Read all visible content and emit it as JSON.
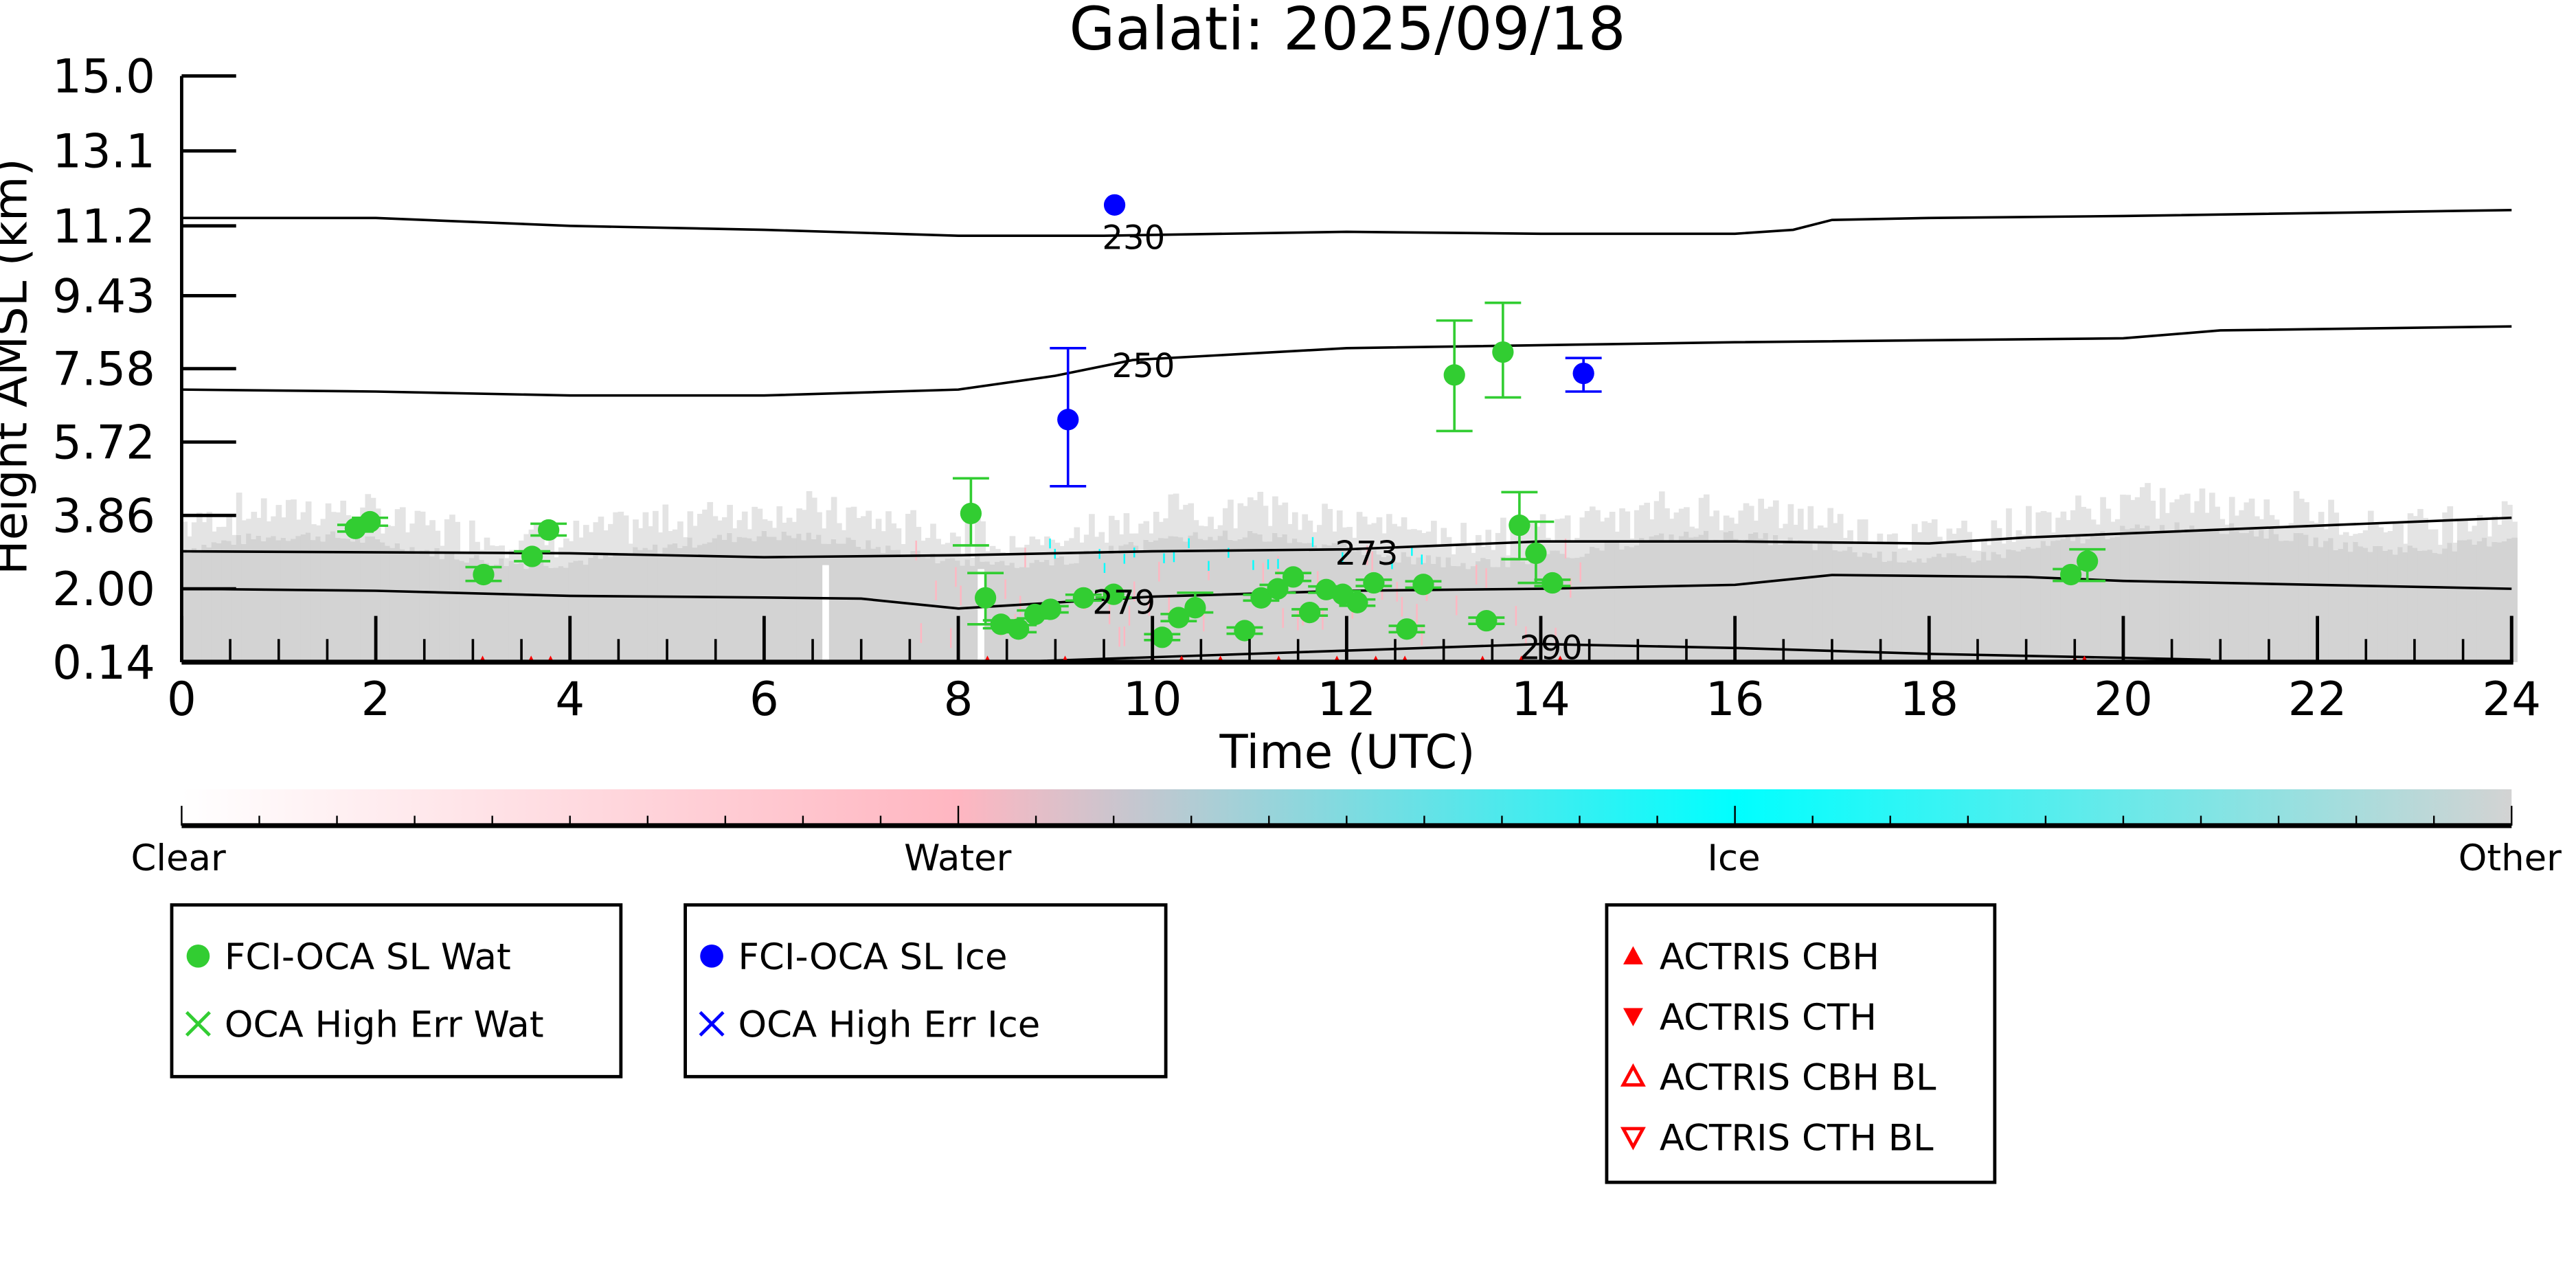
{
  "chart_data": {
    "type": "scatter",
    "title": "Galati: 2025/09/18",
    "xlabel": "Time (UTC)",
    "ylabel": "Height AMSL (km)",
    "xlim": [
      0,
      24
    ],
    "ylim": [
      0.14,
      15.0
    ],
    "xticks": [
      "0",
      "2",
      "4",
      "6",
      "8",
      "10",
      "12",
      "14",
      "16",
      "18",
      "20",
      "22",
      "24"
    ],
    "yticks": [
      "0.14",
      "2.00",
      "3.86",
      "5.72",
      "7.58",
      "9.43",
      "11.2",
      "13.1",
      "15.0"
    ],
    "grid": false,
    "colors": {
      "water": "#32cd32",
      "ice": "#0000ff",
      "actris": "#ff0000",
      "mask_other": "#d3d3d3",
      "mask_water": "#ffb6c1",
      "mask_ice": "#00ffff"
    },
    "series": [
      {
        "name": "FCI-OCA SL Wat",
        "color": "#32cd32",
        "points": [
          {
            "x": 1.79,
            "y": 3.53,
            "err": [
              3.45,
              3.62
            ]
          },
          {
            "x": 1.94,
            "y": 3.7,
            "err": [
              3.6,
              3.8
            ]
          },
          {
            "x": 3.11,
            "y": 2.36,
            "err": [
              2.2,
              2.55
            ]
          },
          {
            "x": 3.61,
            "y": 2.82,
            "err": [
              2.7,
              2.95
            ]
          },
          {
            "x": 3.78,
            "y": 3.49,
            "err": [
              3.35,
              3.65
            ]
          },
          {
            "x": 8.13,
            "y": 3.91,
            "err": [
              3.1,
              4.8
            ]
          },
          {
            "x": 8.28,
            "y": 1.77,
            "err": [
              1.1,
              2.4
            ]
          },
          {
            "x": 8.44,
            "y": 1.1,
            "err": [
              1.0,
              1.2
            ]
          },
          {
            "x": 8.62,
            "y": 0.98,
            "err": [
              0.9,
              1.08
            ]
          },
          {
            "x": 8.79,
            "y": 1.35,
            "err": [
              1.25,
              1.45
            ]
          },
          {
            "x": 8.95,
            "y": 1.48,
            "err": [
              1.4,
              1.56
            ]
          },
          {
            "x": 9.29,
            "y": 1.77,
            "err": [
              1.7,
              1.85
            ]
          },
          {
            "x": 9.6,
            "y": 1.86,
            "err": [
              1.78,
              1.95
            ]
          },
          {
            "x": 10.1,
            "y": 0.77,
            "err": [
              0.7,
              0.85
            ]
          },
          {
            "x": 10.27,
            "y": 1.27,
            "err": [
              1.18,
              1.36
            ]
          },
          {
            "x": 10.44,
            "y": 1.52,
            "err": [
              1.4,
              1.9
            ]
          },
          {
            "x": 10.95,
            "y": 0.94,
            "err": [
              0.86,
              1.02
            ]
          },
          {
            "x": 11.12,
            "y": 1.77,
            "err": [
              1.7,
              1.85
            ]
          },
          {
            "x": 11.29,
            "y": 2.0,
            "err": [
              1.9,
              2.1
            ]
          },
          {
            "x": 11.45,
            "y": 2.3,
            "err": [
              2.2,
              2.4
            ]
          },
          {
            "x": 11.62,
            "y": 1.4,
            "err": [
              1.32,
              1.48
            ]
          },
          {
            "x": 11.79,
            "y": 1.98,
            "err": [
              1.9,
              2.06
            ]
          },
          {
            "x": 11.96,
            "y": 1.86,
            "err": [
              1.78,
              1.94
            ]
          },
          {
            "x": 12.11,
            "y": 1.65,
            "err": [
              1.57,
              1.73
            ]
          },
          {
            "x": 12.28,
            "y": 2.15,
            "err": [
              2.07,
              2.23
            ]
          },
          {
            "x": 12.62,
            "y": 0.98,
            "err": [
              0.9,
              1.06
            ]
          },
          {
            "x": 12.79,
            "y": 2.11,
            "err": [
              2.03,
              2.19
            ]
          },
          {
            "x": 13.11,
            "y": 7.42,
            "err": [
              6.0,
              8.8
            ]
          },
          {
            "x": 13.44,
            "y": 1.19,
            "err": [
              1.11,
              1.27
            ]
          },
          {
            "x": 13.61,
            "y": 8.0,
            "err": [
              6.85,
              9.25
            ]
          },
          {
            "x": 13.78,
            "y": 3.61,
            "err": [
              2.75,
              4.45
            ]
          },
          {
            "x": 13.95,
            "y": 2.9,
            "err": [
              2.15,
              3.7
            ]
          },
          {
            "x": 14.12,
            "y": 2.15,
            "err": [
              2.07,
              2.23
            ]
          },
          {
            "x": 19.46,
            "y": 2.36,
            "err": [
              2.2,
              2.5
            ]
          },
          {
            "x": 19.63,
            "y": 2.7,
            "err": [
              2.2,
              3.0
            ]
          }
        ]
      },
      {
        "name": "FCI-OCA SL Ice",
        "color": "#0000ff",
        "points": [
          {
            "x": 9.61,
            "y": 11.73,
            "err": null
          },
          {
            "x": 9.13,
            "y": 6.29,
            "err": [
              4.6,
              8.1
            ]
          },
          {
            "x": 14.44,
            "y": 7.46,
            "err": [
              7.0,
              7.85
            ]
          }
        ]
      }
    ],
    "contours": [
      {
        "label": "230",
        "label_at": [
          9.5,
          10.95
        ],
        "points": [
          [
            0,
            11.4
          ],
          [
            2,
            11.4
          ],
          [
            4,
            11.2
          ],
          [
            6,
            11.1
          ],
          [
            8,
            10.95
          ],
          [
            9.5,
            10.95
          ],
          [
            12,
            11.05
          ],
          [
            14,
            11.0
          ],
          [
            16,
            11.0
          ],
          [
            16.6,
            11.1
          ],
          [
            17,
            11.35
          ],
          [
            18,
            11.4
          ],
          [
            20,
            11.45
          ],
          [
            24,
            11.6
          ]
        ]
      },
      {
        "label": "250",
        "label_at": [
          9.6,
          7.7
        ],
        "points": [
          [
            0,
            7.05
          ],
          [
            2,
            7.0
          ],
          [
            4,
            6.9
          ],
          [
            6,
            6.9
          ],
          [
            8,
            7.05
          ],
          [
            9,
            7.4
          ],
          [
            9.8,
            7.8
          ],
          [
            12,
            8.1
          ],
          [
            16,
            8.25
          ],
          [
            20,
            8.35
          ],
          [
            21,
            8.55
          ],
          [
            24,
            8.65
          ]
        ]
      },
      {
        "label": "273",
        "label_at": [
          11.9,
          2.95
        ],
        "points": [
          [
            0,
            2.95
          ],
          [
            4,
            2.9
          ],
          [
            6,
            2.8
          ],
          [
            8,
            2.85
          ],
          [
            10,
            2.95
          ],
          [
            12,
            3.0
          ],
          [
            14,
            3.2
          ],
          [
            16,
            3.2
          ],
          [
            18,
            3.15
          ],
          [
            19,
            3.3
          ],
          [
            24,
            3.8
          ]
        ]
      },
      {
        "label": "279",
        "label_at": [
          9.4,
          1.7
        ],
        "points": [
          [
            0,
            2.0
          ],
          [
            2,
            1.95
          ],
          [
            4,
            1.82
          ],
          [
            6,
            1.78
          ],
          [
            7,
            1.75
          ],
          [
            8,
            1.5
          ],
          [
            10,
            1.8
          ],
          [
            12,
            1.95
          ],
          [
            14,
            2.0
          ],
          [
            16,
            2.1
          ],
          [
            16.6,
            2.25
          ],
          [
            17,
            2.35
          ],
          [
            19,
            2.3
          ],
          [
            20,
            2.2
          ],
          [
            24,
            2.0
          ]
        ]
      },
      {
        "label": "290",
        "label_at": [
          13.8,
          0.55
        ],
        "points": [
          [
            8.5,
            0.14
          ],
          [
            11,
            0.35
          ],
          [
            14,
            0.6
          ],
          [
            16,
            0.5
          ],
          [
            18,
            0.35
          ],
          [
            20,
            0.25
          ],
          [
            20.9,
            0.2
          ]
        ]
      }
    ],
    "colorbar": {
      "labels": [
        "Clear",
        "Water",
        "Ice",
        "Other"
      ]
    },
    "legends": [
      {
        "entries": [
          {
            "label": "FCI-OCA SL Wat",
            "marker": "circle",
            "color": "#32cd32"
          },
          {
            "label": "OCA High Err Wat",
            "marker": "x",
            "color": "#32cd32"
          }
        ]
      },
      {
        "entries": [
          {
            "label": "FCI-OCA SL Ice",
            "marker": "circle",
            "color": "#0000ff"
          },
          {
            "label": "OCA High Err Ice",
            "marker": "x",
            "color": "#0000ff"
          }
        ]
      },
      {
        "entries": [
          {
            "label": "ACTRIS CBH",
            "marker": "triangle-up",
            "color": "#ff0000"
          },
          {
            "label": "ACTRIS CTH",
            "marker": "triangle-down",
            "color": "#ff0000"
          },
          {
            "label": "ACTRIS CBH BL",
            "marker": "triangle-up-open",
            "color": "#ff0000"
          },
          {
            "label": "ACTRIS CTH BL",
            "marker": "triangle-down-open",
            "color": "#ff0000"
          }
        ]
      }
    ]
  }
}
